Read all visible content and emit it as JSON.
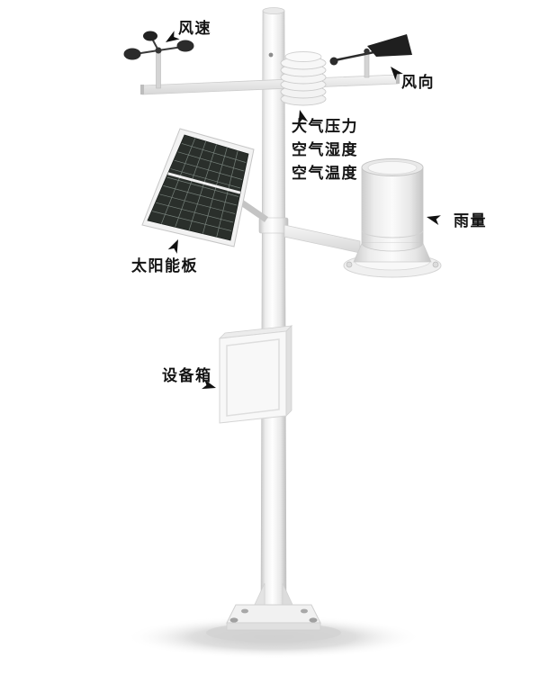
{
  "figure": {
    "kind": "weather-station-annotated-diagram"
  },
  "labels": {
    "wind_speed": "风速",
    "wind_direction": "风向",
    "atmospheric_pressure": "大气压力",
    "air_humidity": "空气湿度",
    "air_temperature": "空气温度",
    "rainfall": "雨量",
    "solar_panel": "太阳能板",
    "equipment_box": "设备箱"
  },
  "icons": {
    "annotation_arrow": "filled-arrowhead"
  },
  "colors": {
    "background": "#ffffff",
    "label_text": "#141414",
    "arrow": "#111111",
    "device_white": "#f5f5f5",
    "solar_cells": "#2a2f2b",
    "sensor_dark": "#2b2b2b"
  }
}
